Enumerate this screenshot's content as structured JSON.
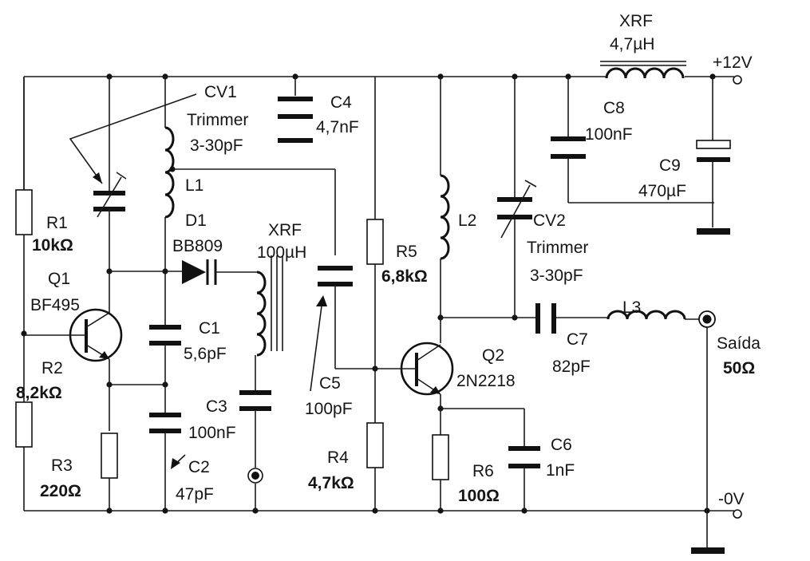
{
  "labels": {
    "cv1_name": "CV1",
    "cv1_type": "Trimmer",
    "cv1_value": "3-30pF",
    "c4_name": "C4",
    "c4_value": "4,7nF",
    "xrf_top_name": "XRF",
    "xrf_top_value": "4,7µH",
    "supply": "+12V",
    "c8_name": "C8",
    "c8_value": "100nF",
    "c9_name": "C9",
    "c9_value": "470µF",
    "l1_name": "L1",
    "d1_name": "D1",
    "d1_value": "BB809",
    "xrf_mid_name": "XRF",
    "xrf_mid_value": "100µH",
    "r1_name": "R1",
    "r1_value": "10kΩ",
    "q1_name": "Q1",
    "q1_value": "BF495",
    "c1_name": "C1",
    "c1_value": "5,6pF",
    "r2_name": "R2",
    "r2_value": "8,2kΩ",
    "c3_name": "C3",
    "c3_value": "100nF",
    "r3_name": "R3",
    "r3_value": "220Ω",
    "c2_name": "C2",
    "c2_value": "47pF",
    "c5_name": "C5",
    "c5_value": "100pF",
    "r4_name": "R4",
    "r4_value": "4,7kΩ",
    "r5_name": "R5",
    "r5_value": "6,8kΩ",
    "l2_name": "L2",
    "cv2_name": "CV2",
    "cv2_type": "Trimmer",
    "cv2_value": "3-30pF",
    "q2_name": "Q2",
    "q2_value": "2N2218",
    "c7_name": "C7",
    "c7_value": "82pF",
    "l3_name": "L3",
    "output_name": "Saída",
    "output_value": "50Ω",
    "c6_name": "C6",
    "c6_value": "1nF",
    "r6_name": "R6",
    "r6_value": "100Ω",
    "ground": "-0V"
  }
}
